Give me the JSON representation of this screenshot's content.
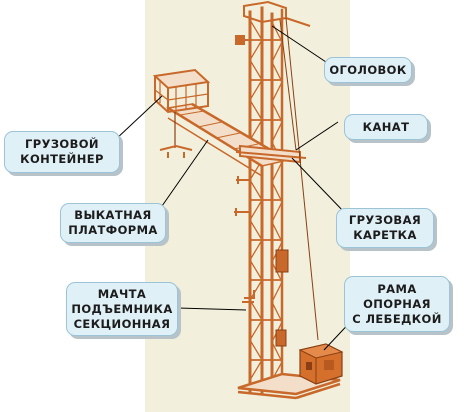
{
  "labels": {
    "head": "ОГОЛОВОК",
    "rope": "КАНАТ",
    "container": "ГРУЗОВОЙ\nКОНТЕЙНЕР",
    "platform": "ВЫКАТНАЯ\nПЛАТФОРМА",
    "carriage": "ГРУЗОВАЯ\nКАРЕТКА",
    "mast": "МАЧТА\nПОДЪЕМНИКА\nСЕКЦИОННАЯ",
    "frame": "РАМА\nОПОРНАЯ\nС ЛЕБЕДКОЙ"
  },
  "colors": {
    "background_band": "#f2f0dc",
    "steel": "#c8682a",
    "steel_dark": "#8a3f14",
    "callout_fill": "#dff0f7",
    "leader_line": "#000000"
  }
}
